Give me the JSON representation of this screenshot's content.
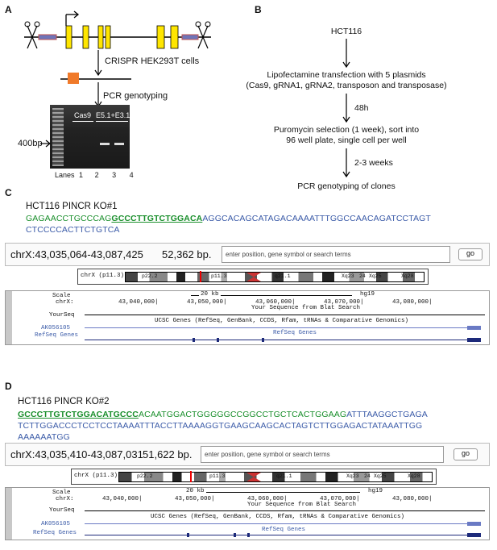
{
  "panel_a": {
    "letter": "A",
    "step1_label": "CRISPR HEK293T cells",
    "step2_label": "PCR genotyping",
    "gel": {
      "marker_label": "400bp",
      "group1": "Cas9",
      "group2": "E5.1+E3.1",
      "lanes_label": "Lanes",
      "lane_numbers": [
        "1",
        "2",
        "3",
        "4"
      ]
    }
  },
  "panel_b": {
    "letter": "B",
    "steps": [
      "HCT116",
      "Lipofectamine transfection with 5 plasmids",
      "(Cas9, gRNA1, gRNA2, transposon and transposase)",
      "48h",
      "Puromycin selection (1 week), sort into",
      "96 well plate, single cell per well",
      "2-3 weeks",
      "PCR genotyping of clones"
    ]
  },
  "panel_c": {
    "letter": "C",
    "title": "HCT116 PINCR KO#1",
    "seq_line1_green": "GAGAACCTGCCCAG",
    "seq_line1_green_ul": "GCCCTTGTCTGGACA",
    "seq_line1_blue": "AGGCACAGCATAGACAAAATTTGGCCAACAGATCCTAGT",
    "seq_line2_blue": "CTCCCCACTTCTGTCA",
    "coords": "chrX:43,035,064-43,087,425",
    "size": "52,362 bp.",
    "search_placeholder": "enter position, gene symbol or search terms",
    "go": "go",
    "ideo_chr": "chrX (p11.3)",
    "ideo_bands": [
      "p22.2",
      "p11.3",
      "q21.1",
      "Xq23",
      "24",
      "Xq25",
      "Xq28"
    ],
    "scale_label": "Scale",
    "chr_label": "chrX:",
    "scale_bar": "20 kb",
    "assembly": "hg19",
    "ticks": [
      "43,040,000|",
      "43,050,000|",
      "43,060,000|",
      "43,070,000|",
      "43,080,000|"
    ],
    "yourseq_title": "Your Sequence from Blat Search",
    "yourseq_label": "YourSeq",
    "ucsc_title": "UCSC Genes (RefSeq, GenBank, CCDS, Rfam, tRNAs & Comparative Genomics)",
    "ak_label": "AK056105",
    "refseq_title": "RefSeq Genes",
    "refseq_label": "RefSeq Genes"
  },
  "panel_d": {
    "letter": "D",
    "title": "HCT116 PINCR KO#2",
    "seq_line1_green_ul": "GCCCTTGTCTGGACATGCCC",
    "seq_line1_green": "ACAATGGACTGGGGGCCGGCCTGCTCACTGGAAG",
    "seq_line1_blue": "ATTTAAGGCTGAGA",
    "seq_line2_blue": "TCTTGGACCCTCCTCCTAAAATTTACCTTAAAAGGTGAAGCAAGCACTAGTCTTGGAGACTATAAATTGG",
    "seq_line3_blue": "AAAAAATGG",
    "coords": "chrX:43,035,410-43,087,031",
    "size": "51,622 bp.",
    "search_placeholder": "enter position, gene symbol or search terms",
    "go": "go",
    "ideo_chr": "chrX (p11.3)",
    "ideo_bands": [
      "p22.2",
      "p11.3",
      "q21.1",
      "Xq23",
      "24",
      "Xq25",
      "Xq28"
    ],
    "scale_label": "Scale",
    "chr_label": "chrX:",
    "scale_bar": "20 kb",
    "assembly": "hg19",
    "ticks": [
      "43,040,000|",
      "43,050,000|",
      "43,060,000|",
      "43,070,000|",
      "43,080,000|"
    ],
    "yourseq_title": "Your Sequence from Blat Search",
    "yourseq_label": "YourSeq",
    "ucsc_title": "UCSC Genes (RefSeq, GenBank, CCDS, Rfam, tRNAs & Comparative Genomics)",
    "ak_label": "AK056105",
    "refseq_title": "RefSeq Genes",
    "refseq_label": "RefSeq Genes"
  }
}
